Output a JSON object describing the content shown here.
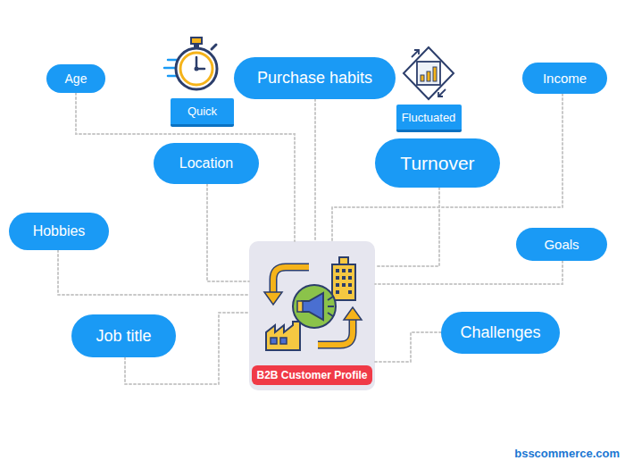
{
  "diagram": {
    "nodes": [
      {
        "text": [
          "Age"
        ]
      },
      {
        "text": [
          "Purchase habits"
        ]
      },
      {
        "text": [
          "Income"
        ]
      },
      {
        "text": [
          "Quick"
        ]
      },
      {
        "text": [
          "Fluctuated"
        ]
      },
      {
        "text": [
          "Location"
        ]
      },
      {
        "text": [
          "Turnover"
        ]
      },
      {
        "text": [
          "Hobbies"
        ]
      },
      {
        "text": [
          "Goals"
        ]
      },
      {
        "text": [
          "B2B Customer Profile"
        ]
      },
      {
        "text": [
          "Job title"
        ]
      },
      {
        "text": [
          "Challenges"
        ]
      }
    ],
    "edges": [
      {
        "from": 0,
        "to": 9,
        "arrow": "none"
      },
      {
        "from": 1,
        "to": 9,
        "arrow": "none"
      },
      {
        "from": 2,
        "to": 9,
        "arrow": "none"
      },
      {
        "from": 5,
        "to": 9,
        "arrow": "none"
      },
      {
        "from": 6,
        "to": 9,
        "arrow": "none"
      },
      {
        "from": 7,
        "to": 9,
        "arrow": "none"
      },
      {
        "from": 8,
        "to": 9,
        "arrow": "none"
      },
      {
        "from": 10,
        "to": 9,
        "arrow": "none"
      },
      {
        "from": 11,
        "to": 9,
        "arrow": "none"
      }
    ],
    "labels": [
      "bsscommerce.com"
    ]
  }
}
